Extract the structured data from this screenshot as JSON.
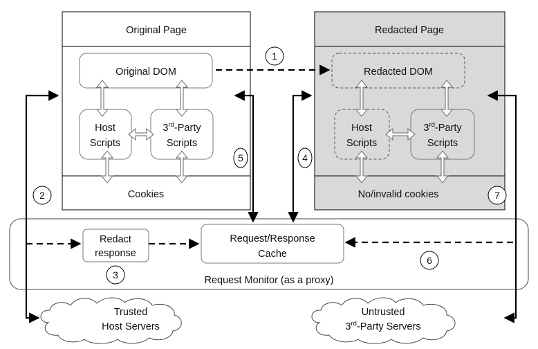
{
  "original_page": {
    "title": "Original Page",
    "dom": "Original DOM",
    "host_scripts": [
      "Host",
      "Scripts"
    ],
    "third_party_scripts": {
      "prefix": "3",
      "sup": "rd",
      "suffix": "-Party",
      "line2": "Scripts"
    },
    "cookies": "Cookies"
  },
  "redacted_page": {
    "title": "Redacted Page",
    "dom": "Redacted DOM",
    "host_scripts": [
      "Host",
      "Scripts"
    ],
    "third_party_scripts": {
      "prefix": "3",
      "sup": "rd",
      "suffix": "-Party",
      "line2": "Scripts"
    },
    "cookies": "No/invalid cookies"
  },
  "request_monitor": {
    "label": "Request Monitor (as a proxy)",
    "redact": [
      "Redact",
      "response"
    ],
    "cache": [
      "Request/Response",
      "Cache"
    ]
  },
  "servers": {
    "trusted": [
      "Trusted",
      "Host Servers"
    ],
    "untrusted": {
      "line1": "Untrusted",
      "prefix": "3",
      "sup": "rd",
      "suffix": "-Party Servers"
    }
  },
  "steps": [
    "1",
    "2",
    "3",
    "4",
    "5",
    "6",
    "7"
  ],
  "colors": {
    "redacted_fill": "#d9d9d9",
    "stroke": "#000000",
    "box_stroke": "#555555"
  }
}
